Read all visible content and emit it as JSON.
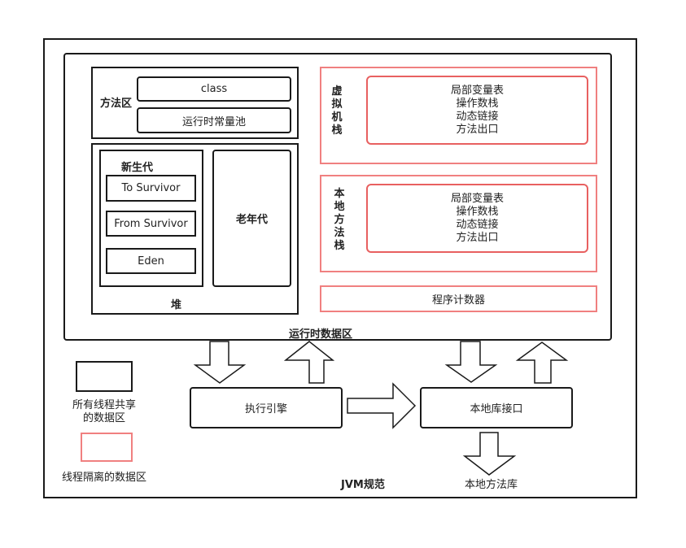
{
  "spec_label": "JVM规范",
  "runtime_area_label": "运行时数据区",
  "method_area": {
    "label": "方法区",
    "class_label": "class",
    "constant_pool_label": "运行时常量池"
  },
  "heap": {
    "label": "堆",
    "young_gen_label": "新生代",
    "to_survivor": "To Survivor",
    "from_survivor": "From Survivor",
    "eden": "Eden",
    "old_gen_label": "老年代"
  },
  "vm_stack": {
    "label_chars": [
      "虚",
      "拟",
      "机",
      "栈"
    ],
    "frame_items": [
      "局部变量表",
      "操作数栈",
      "动态链接",
      "方法出口"
    ]
  },
  "native_stack": {
    "label_chars": [
      "本",
      "地",
      "方",
      "法",
      "栈"
    ],
    "frame_items": [
      "局部变量表",
      "操作数栈",
      "动态链接",
      "方法出口"
    ]
  },
  "pc_register_label": "程序计数器",
  "execution_engine_label": "执行引擎",
  "native_interface_label": "本地库接口",
  "native_library_label": "本地方法库",
  "legend": {
    "shared_label_line1": "所有线程共享",
    "shared_label_line2": "的数据区",
    "shared_color": "#1a1a1a",
    "isolated_label": "线程隔离的数据区",
    "isolated_color": "#f08080"
  }
}
